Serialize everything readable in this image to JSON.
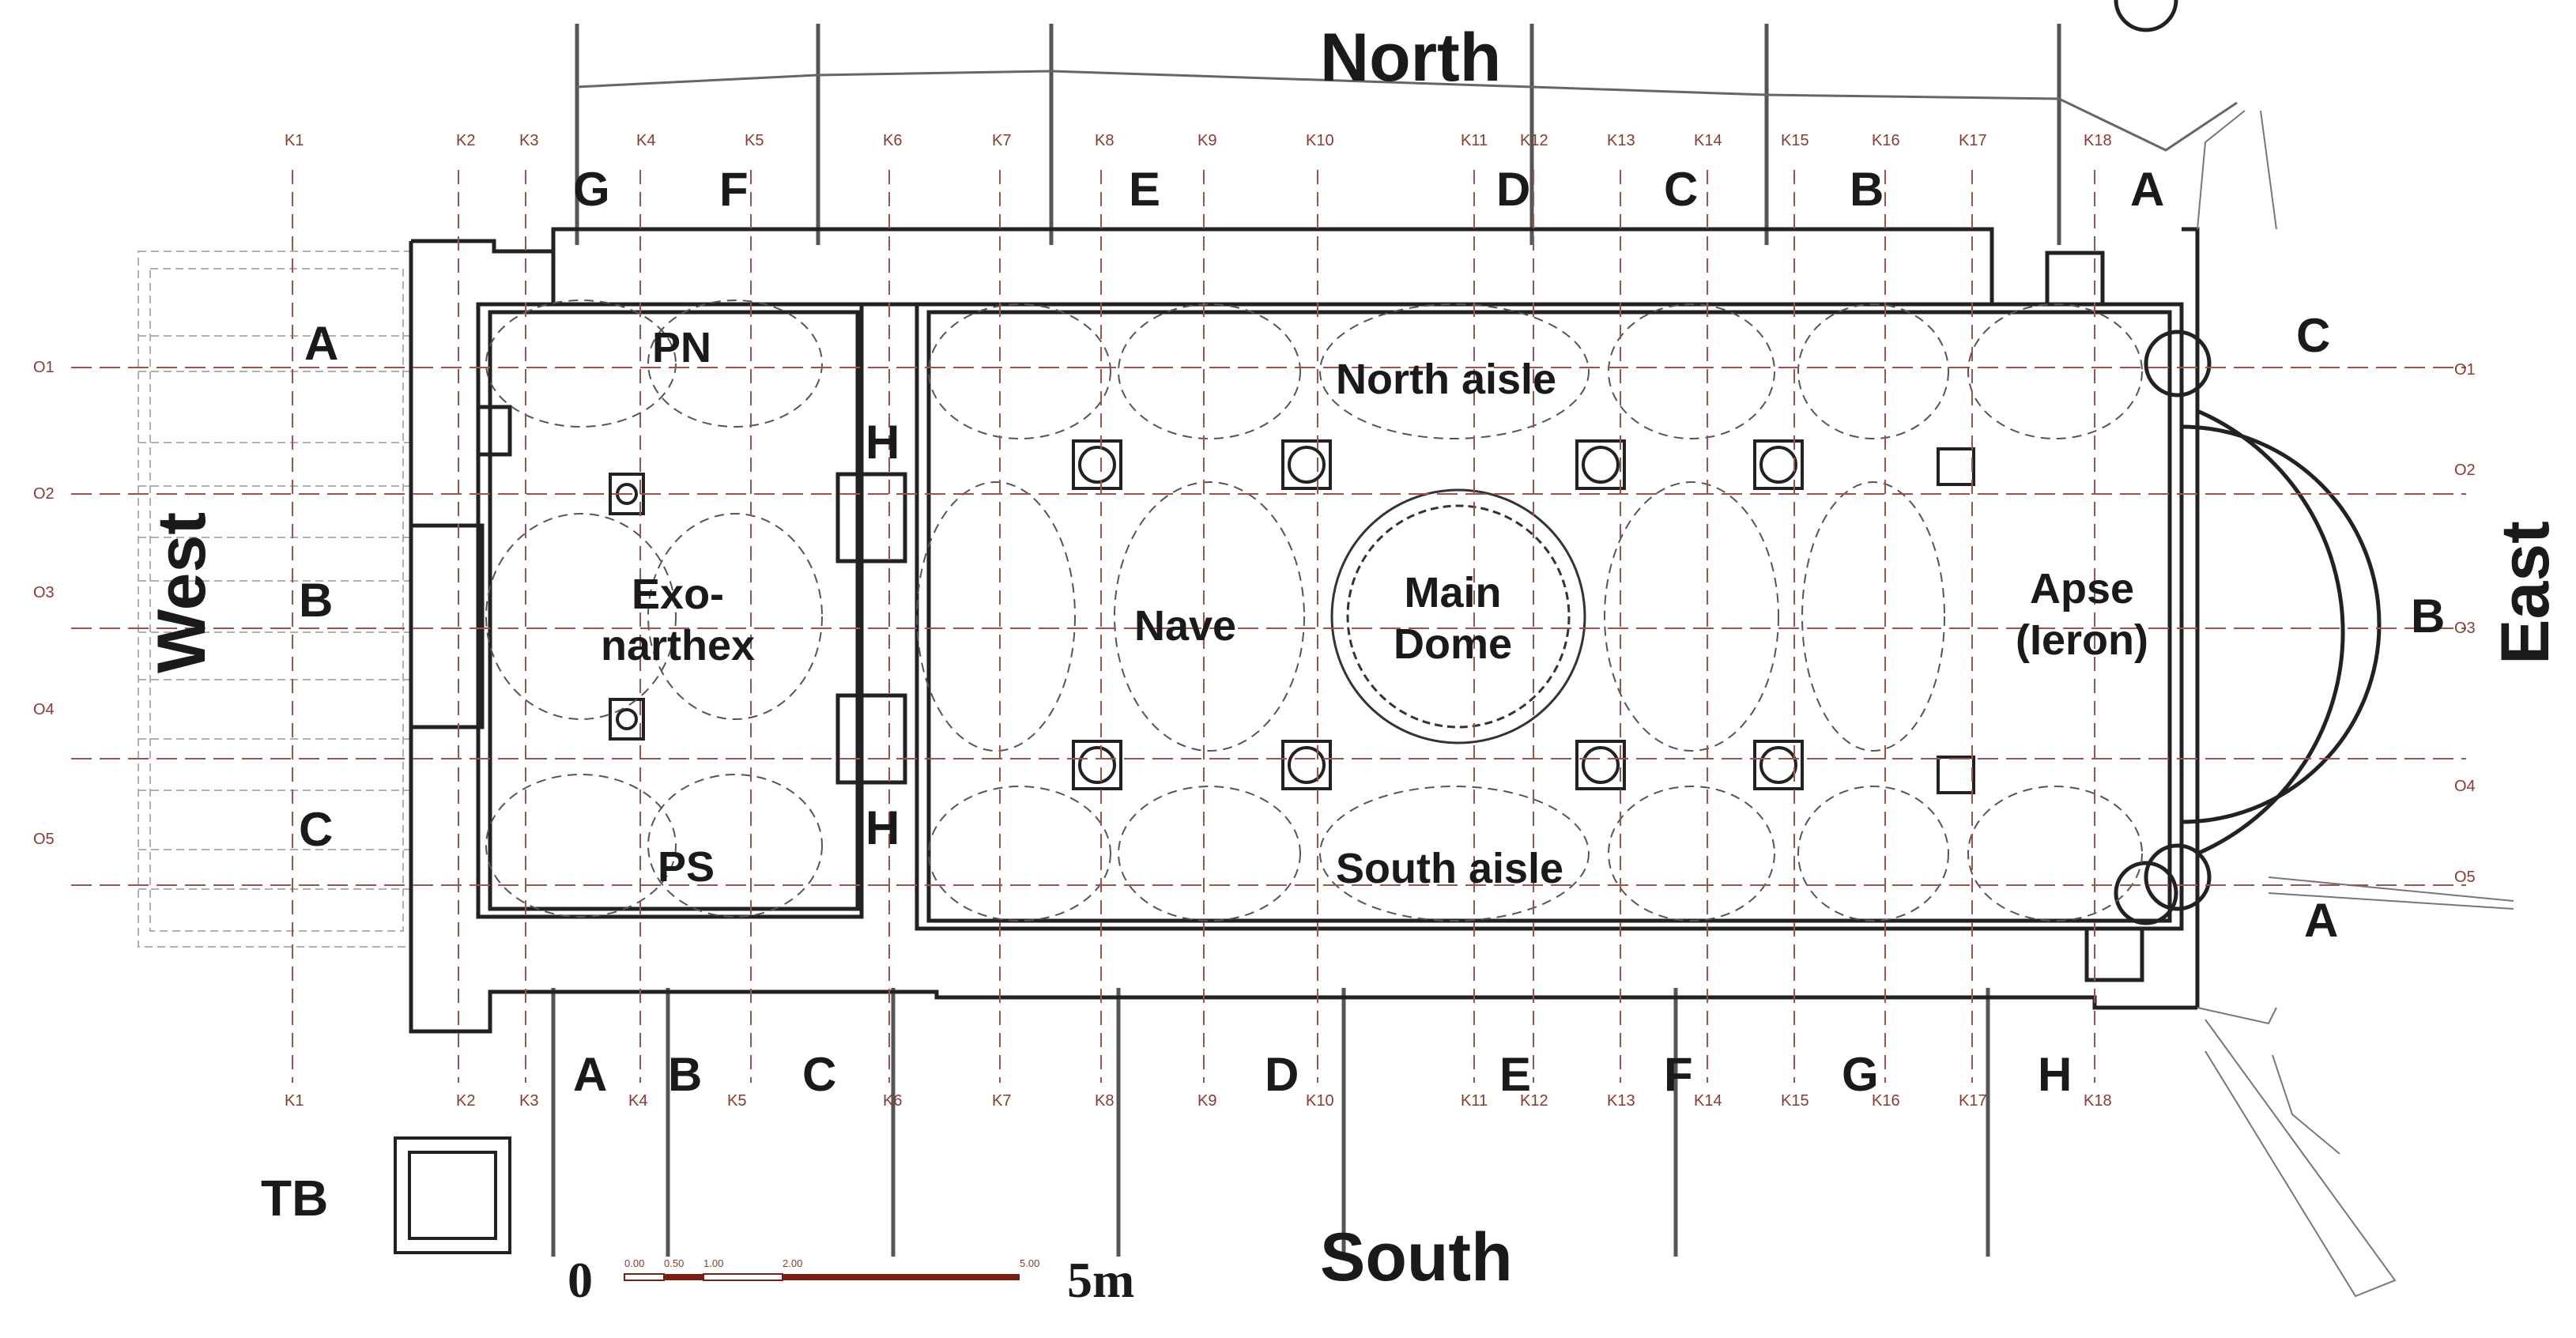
{
  "compass": {
    "north": "North",
    "south": "South",
    "west": "West",
    "east": "East"
  },
  "rooms": {
    "pn": "PN",
    "ps": "PS",
    "exonarthex_l1": "Exo-",
    "exonarthex_l2": "narthex",
    "nave": "Nave",
    "main_dome_l1": "Main",
    "main_dome_l2": "Dome",
    "north_aisle": "North aisle",
    "south_aisle": "South aisle",
    "apse_l1": "Apse",
    "apse_l2": "(Ieron)",
    "tb": "TB"
  },
  "section_letters": {
    "top": [
      "G",
      "F",
      "E",
      "D",
      "C",
      "B",
      "A"
    ],
    "bottom": [
      "A",
      "B",
      "C",
      "D",
      "E",
      "F",
      "G",
      "H"
    ],
    "west": [
      "A",
      "B",
      "C"
    ],
    "east": [
      "C",
      "B",
      "A"
    ],
    "middle": [
      "H",
      "H"
    ]
  },
  "grid_lines": {
    "k_top": [
      "K1",
      "K2",
      "K3",
      "K4",
      "K5",
      "K6",
      "K7",
      "K8",
      "K9",
      "K10",
      "K11",
      "K12",
      "K13",
      "K14",
      "K15",
      "K16",
      "K17",
      "K18"
    ],
    "k_bottom": [
      "K1",
      "K2",
      "K3",
      "K4",
      "K5",
      "K6",
      "K7",
      "K8",
      "K9",
      "K10",
      "K11",
      "K12",
      "K13",
      "K14",
      "K15",
      "K16",
      "K17",
      "K18"
    ],
    "o_left": [
      "O1",
      "O2",
      "O3",
      "O4",
      "O5"
    ],
    "o_right": [
      "O1",
      "O2",
      "O3",
      "O4",
      "O5"
    ]
  },
  "scale": {
    "start": "0",
    "end": "5m",
    "ticks": [
      "0.00",
      "0.50",
      "1.00",
      "2.00",
      "5.00"
    ]
  },
  "colors": {
    "ink": "#1a1a1a",
    "grid": "#8b3a2f",
    "scalebar": "#7a1f14",
    "faint": "#9a9a9a"
  }
}
